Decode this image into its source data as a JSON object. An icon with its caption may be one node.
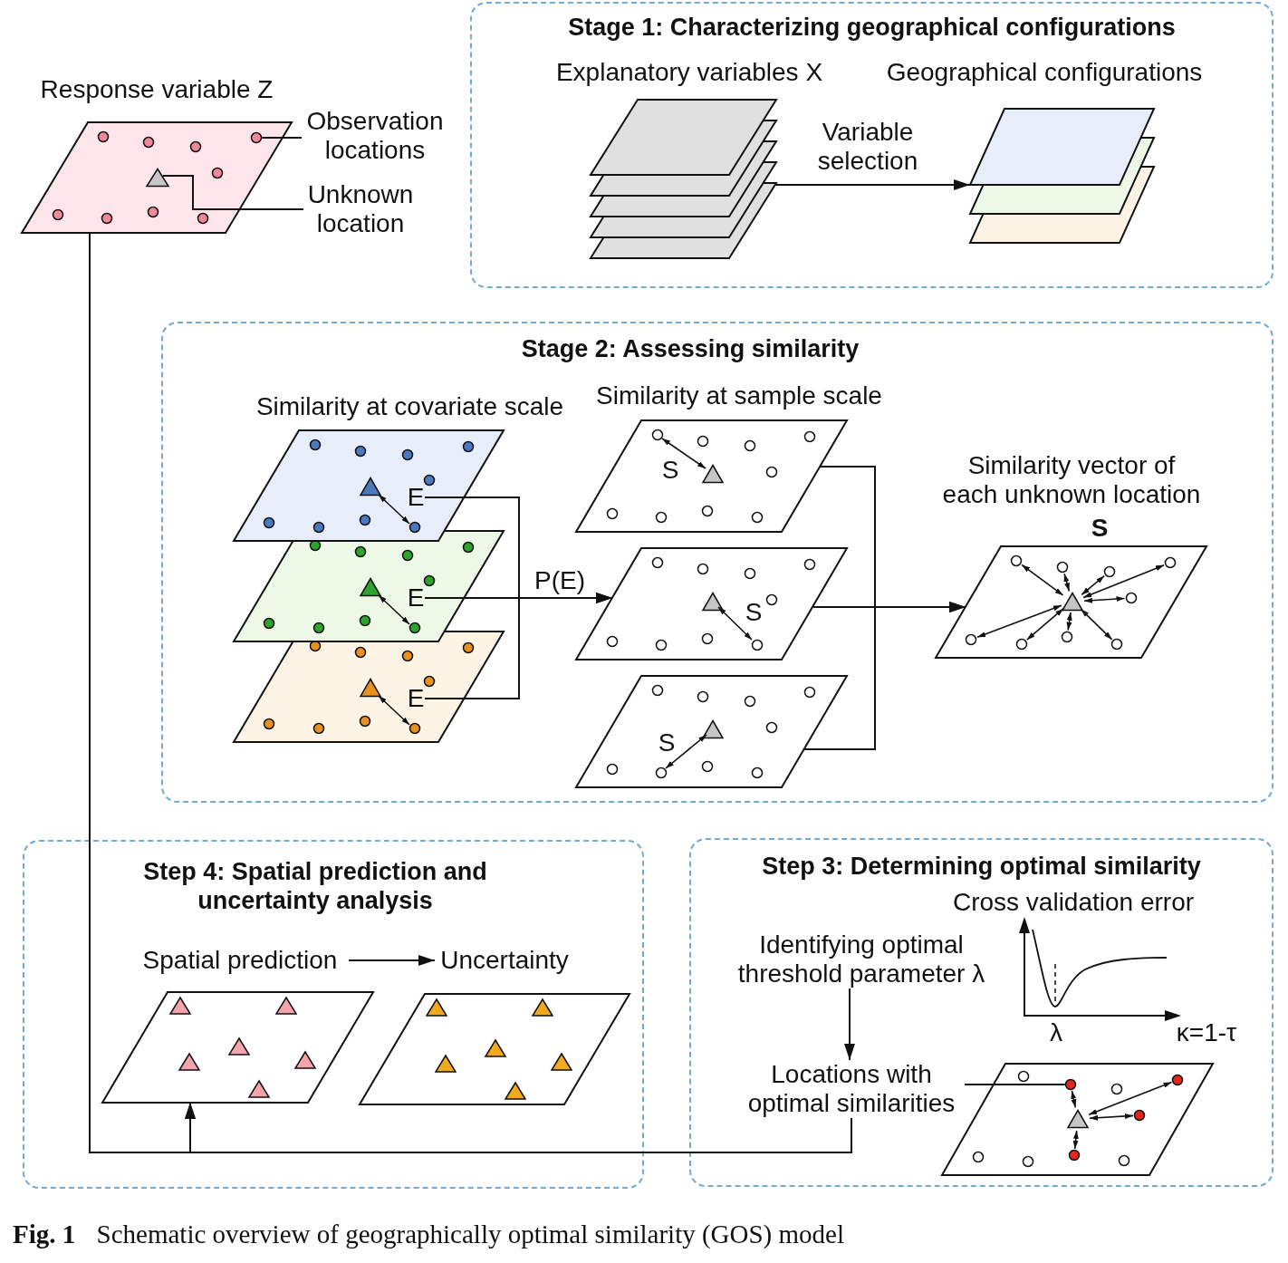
{
  "diagram": {
    "caption": "**Fig. 1** Schematic overview of geographically optimal similarity (GOS) model",
    "nodes": [
      {
        "text": [
          "Response variable Z"
        ]
      },
      {
        "text": [],
        "shape": "circle",
        "in": 0
      },
      {
        "text": [],
        "shape": "triangle",
        "in": 0
      },
      {
        "text": [
          "Observation locations"
        ]
      },
      {
        "text": [
          "Unknown location"
        ]
      },
      {
        "text": [
          "Stage 1: Characterizing geographical configurations"
        ]
      },
      {
        "text": [
          "Explanatory variables X"
        ],
        "in": 5
      },
      {
        "text": [
          "Geographical configurations"
        ],
        "in": 5
      },
      {
        "text": [
          "Stage 2: Assessing similarity"
        ]
      },
      {
        "text": [],
        "shape": "parallelogram",
        "in": 8
      },
      {
        "text": [
          "E"
        ],
        "in": 9
      },
      {
        "text": [],
        "shape": "parallelogram",
        "in": 8
      },
      {
        "text": [
          "E"
        ],
        "in": 11
      },
      {
        "text": [],
        "shape": "parallelogram",
        "in": 8
      },
      {
        "text": [
          "E"
        ],
        "in": 13
      },
      {
        "text": [
          "S"
        ],
        "in": 8
      },
      {
        "text": [
          "S"
        ],
        "in": 8
      },
      {
        "text": [
          "S"
        ],
        "in": 8
      },
      {
        "text": [
          "Similarity vector of each unknown location",
          "S"
        ],
        "in": 8
      },
      {
        "text": [
          "Step 4: Spatial prediction and uncertainty analysis"
        ]
      },
      {
        "text": [
          "Spatial prediction"
        ],
        "in": 19
      },
      {
        "text": [
          "Uncertainty"
        ],
        "in": 19
      },
      {
        "text": [
          "Step 3: Determining optimal similarity"
        ]
      },
      {
        "text": [
          "Identifying optimal threshold parameter λ"
        ],
        "in": 22
      },
      {
        "text": [
          "Locations with optimal similarities"
        ],
        "in": 22
      },
      {
        "text": [],
        "shape": "parallelogram",
        "in": 22
      },
      {
        "text": [],
        "shape": "circle",
        "in": 25
      },
      {
        "text": [],
        "shape": "circle",
        "in": 25
      },
      {
        "text": [],
        "shape": "circle",
        "in": 25
      },
      {
        "text": [],
        "shape": "circle",
        "in": 25
      },
      {
        "text": [],
        "shape": "triangle",
        "in": 25
      }
    ],
    "edges": [
      {
        "from": 3,
        "to": 1,
        "arrow": "none"
      },
      {
        "from": 4,
        "to": 2,
        "arrow": "none"
      },
      {
        "from": 6,
        "to": 7,
        "arrow": "to",
        "label": "Variable selection"
      },
      {
        "from": 10,
        "to": 16,
        "arrow": "to"
      },
      {
        "from": 12,
        "to": 16,
        "arrow": "to",
        "label": "P(E)"
      },
      {
        "from": 14,
        "to": 16,
        "arrow": "to"
      },
      {
        "from": 15,
        "to": 18,
        "arrow": "to"
      },
      {
        "from": 16,
        "to": 18,
        "arrow": "to"
      },
      {
        "from": 17,
        "to": 18,
        "arrow": "to"
      },
      {
        "from": 20,
        "to": 21,
        "arrow": "to"
      },
      {
        "from": 23,
        "to": 24,
        "arrow": "to"
      },
      {
        "from": 24,
        "to": 26,
        "arrow": "none"
      },
      {
        "from": 0,
        "to": 20,
        "arrow": "to"
      },
      {
        "from": 24,
        "to": 20,
        "arrow": "to"
      },
      {
        "from": 30,
        "to": 26,
        "arrow": "both"
      },
      {
        "from": 30,
        "to": 27,
        "arrow": "both"
      },
      {
        "from": 30,
        "to": 28,
        "arrow": "both"
      },
      {
        "from": 30,
        "to": 29,
        "arrow": "both"
      }
    ],
    "labels": [
      "Similarity at covariate scale",
      "Similarity at sample scale",
      "Cross validation error",
      "λ",
      "κ=1-τ"
    ]
  }
}
